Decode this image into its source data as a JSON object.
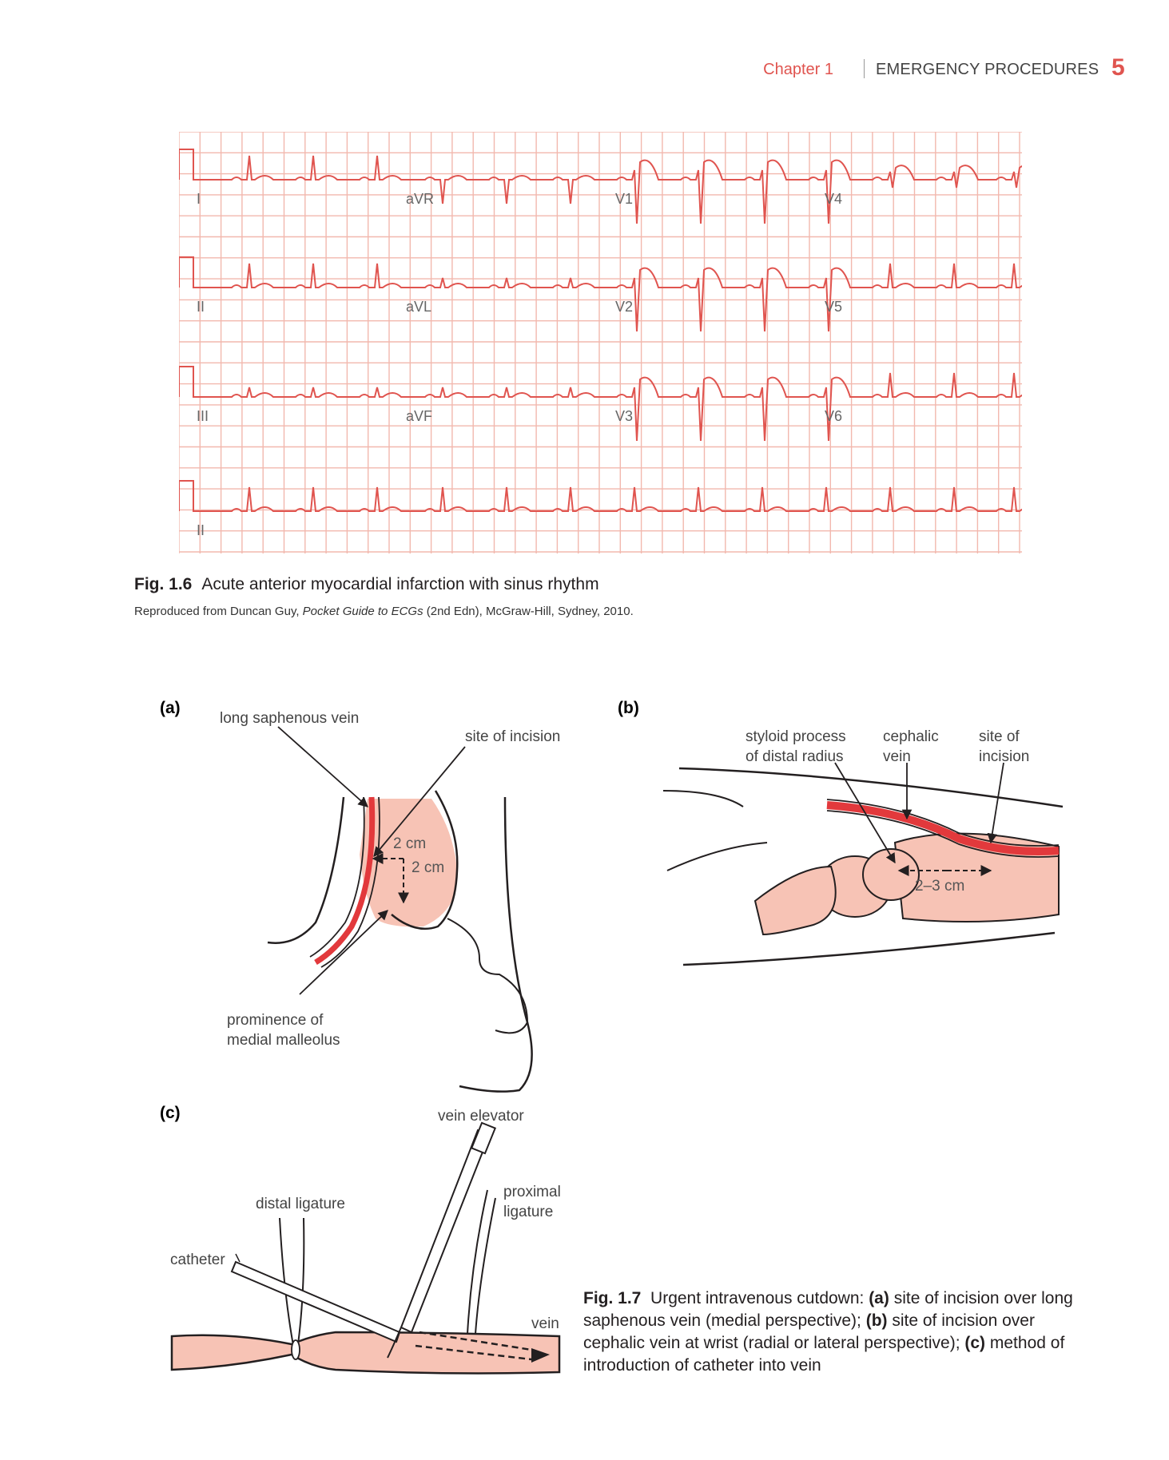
{
  "header": {
    "chapter": "Chapter 1",
    "title": "EMERGENCY PROCEDURES",
    "page_number": "5"
  },
  "ecg": {
    "leads_row1": [
      "I",
      "aVR",
      "V1",
      "V4"
    ],
    "leads_row2": [
      "II",
      "aVL",
      "V2",
      "V5"
    ],
    "leads_row3": [
      "III",
      "aVF",
      "V3",
      "V6"
    ],
    "leads_row4": [
      "II"
    ],
    "grid_color": "#f2b8ae",
    "trace_color": "#e0544f"
  },
  "fig16": {
    "label": "Fig. 1.6",
    "caption": "Acute anterior myocardial infarction with sinus rhythm",
    "source_prefix": "Reproduced from Duncan Guy, ",
    "source_title": "Pocket Guide to ECGs",
    "source_suffix": " (2nd Edn), McGraw-Hill, Sydney, 2010."
  },
  "fig17": {
    "panel_a": {
      "tag": "(a)",
      "long_saphenous_vein": "long saphenous vein",
      "site_of_incision": "site of incision",
      "dim1": "2 cm",
      "dim2": "2 cm",
      "prominence_line1": "prominence of",
      "prominence_line2": "medial malleolus"
    },
    "panel_b": {
      "tag": "(b)",
      "styloid_line1": "styloid process",
      "styloid_line2": "of distal radius",
      "cephalic_line1": "cephalic",
      "cephalic_line2": "vein",
      "site_line1": "site of",
      "site_line2": "incision",
      "dim": "2–3 cm"
    },
    "panel_c": {
      "tag": "(c)",
      "vein_elevator": "vein elevator",
      "proximal_line1": "proximal",
      "proximal_line2": "ligature",
      "distal_ligature": "distal ligature",
      "catheter": "catheter",
      "vein": "vein"
    },
    "caption": {
      "label": "Fig. 1.7",
      "t1": "Urgent intravenous cutdown: ",
      "a": "(a)",
      "t2": " site of incision over long saphenous vein (medial perspective); ",
      "b": "(b)",
      "t3": " site of incision over cephalic vein at wrist (radial or lateral perspective); ",
      "c": "(c)",
      "t4": " method of introduction of catheter into vein"
    },
    "colors": {
      "skin": "#f7c3b5",
      "vein_red": "#e2393c",
      "line": "#231f20"
    }
  }
}
